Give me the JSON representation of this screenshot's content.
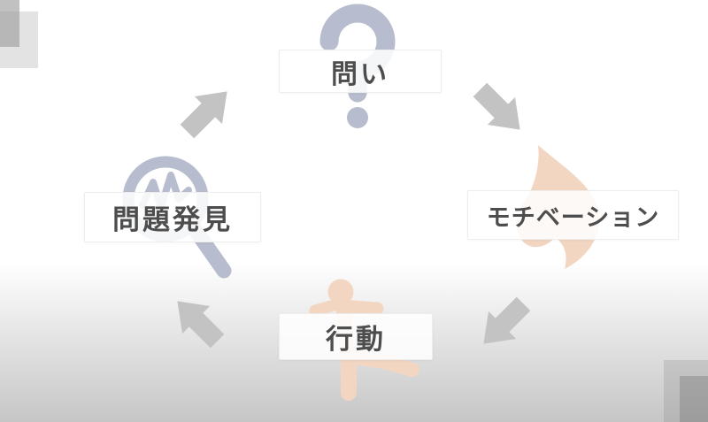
{
  "diagram": {
    "type": "cycle",
    "direction": "clockwise",
    "nodes": [
      {
        "label": "問い",
        "icon": "question-mark-icon",
        "position": "top"
      },
      {
        "label": "モチベーション",
        "icon": "flame-icon",
        "position": "right"
      },
      {
        "label": "行動",
        "icon": "running-person-icon",
        "position": "bottom"
      },
      {
        "label": "問題発見",
        "icon": "magnifying-glass-icon",
        "position": "left"
      }
    ],
    "arrows": [
      {
        "from": "問い",
        "to": "モチベーション",
        "direction": "down-right"
      },
      {
        "from": "モチベーション",
        "to": "行動",
        "direction": "down-left"
      },
      {
        "from": "行動",
        "to": "問題発見",
        "direction": "up-left"
      },
      {
        "from": "問題発見",
        "to": "問い",
        "direction": "up-right"
      }
    ]
  },
  "colors": {
    "icon_lavender": "#b7bcce",
    "icon_peach": "#f2d6c1",
    "arrow_gray": "#c3c3c3",
    "label_text": "#4d4d4d",
    "label_background": "#ffffff",
    "background_top": "#ffffff",
    "background_bottom": "#c6c6c6"
  }
}
